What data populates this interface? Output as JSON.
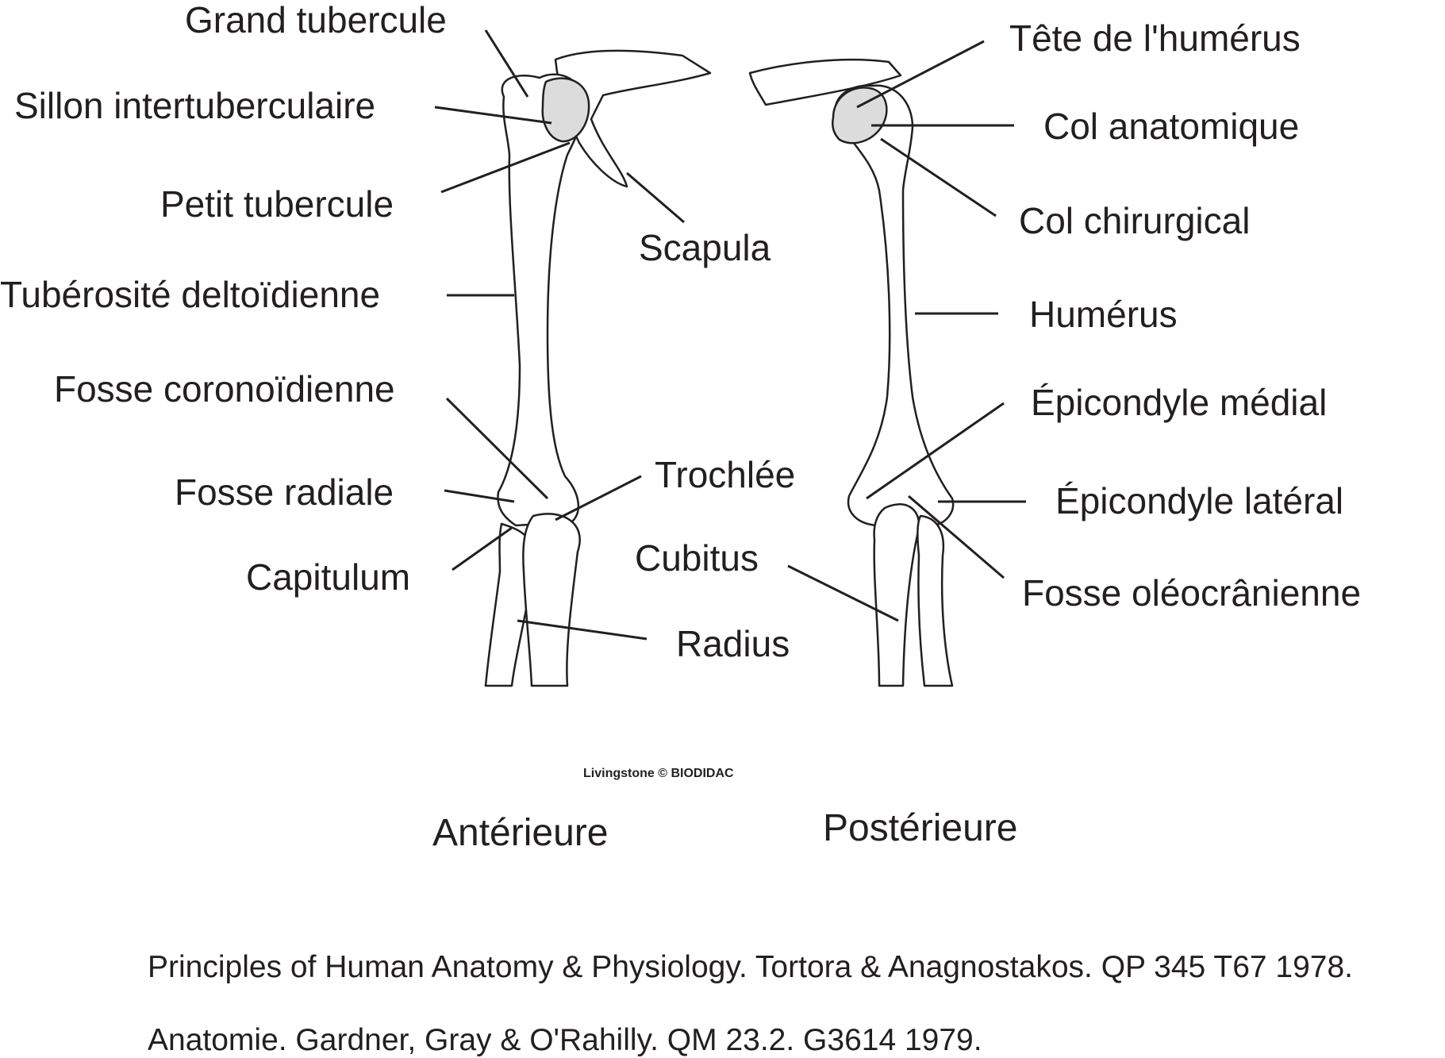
{
  "labels": {
    "grand_tubercule": "Grand tubercule",
    "sillon_intertuberculaire": "Sillon intertuberculaire",
    "petit_tubercule": "Petit tubercule",
    "tuberosite_deltoidienne": "Tubérosité deltoïdienne",
    "fosse_coronoidienne": "Fosse coronoïdienne",
    "fosse_radiale": "Fosse radiale",
    "capitulum": "Capitulum",
    "scapula": "Scapula",
    "trochlee": "Trochlée",
    "cubitus": "Cubitus",
    "radius": "Radius",
    "tete_humerus": "Tête de l'humérus",
    "col_anatomique": "Col anatomique",
    "col_chirurgical": "Col chirurgical",
    "humerus": "Humérus",
    "epicondyle_medial": "Épicondyle médial",
    "epicondyle_lateral": "Épicondyle latéral",
    "fosse_oleocranienne": "Fosse oléocrânienne"
  },
  "views": {
    "anterior": "Antérieure",
    "posterior": "Postérieure"
  },
  "credit": "Livingstone © BIODIDAC",
  "references": [
    "Principles of Human Anatomy & Physiology.  Tortora & Anagnostakos. QP 345 T67 1978.",
    "Anatomie.  Gardner, Gray & O'Rahilly.  QM 23.2. G3614  1979."
  ]
}
